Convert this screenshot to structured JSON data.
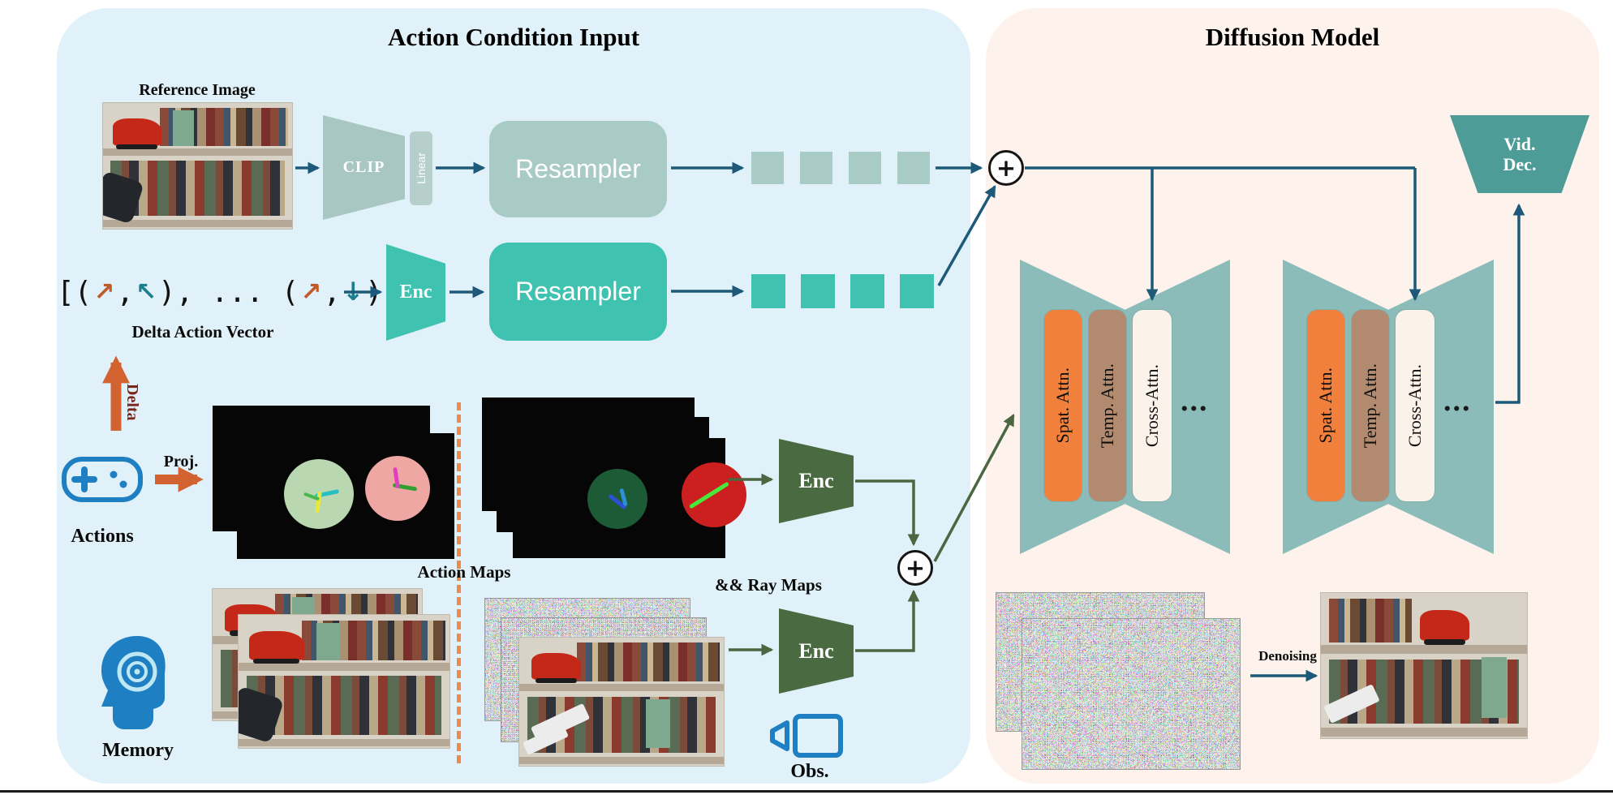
{
  "panels": {
    "left": {
      "title": "Action Condition Input"
    },
    "right": {
      "title": "Diffusion Model"
    }
  },
  "blocks": {
    "clip": "CLIP",
    "linear": "Linear",
    "resampler": "Resampler",
    "enc": "Enc",
    "vid_dec_line1": "Vid.",
    "vid_dec_line2": "Dec."
  },
  "labels": {
    "reference_image": "Reference Image",
    "delta_action_vector": "Delta Action Vector",
    "delta": "Delta",
    "proj": "Proj.",
    "actions": "Actions",
    "action_maps": "Action Maps",
    "ray_maps": "&& Ray Maps",
    "memory": "Memory",
    "obs": "Obs.",
    "denoising": "Denoising",
    "plus": "+",
    "ellipsis": "..."
  },
  "delta_vector": {
    "open": "[(",
    "comma1": ",",
    "mid": "), ... (",
    "comma2": ",",
    "close": ")]",
    "arrow1": "↗",
    "arrow2": "↖",
    "arrow3": "↗",
    "arrow4": "↓"
  },
  "attention": {
    "spat": "Spat. Attn.",
    "temp": "Temp. Attn.",
    "cross": "Cross-Attn."
  },
  "colors": {
    "panel_left_bg": "#e0f1f9",
    "panel_right_bg": "#fdf3ec",
    "teal": "#3fc3b0",
    "gray_teal": "#a9cbc5",
    "unet_teal": "#8cbcb9",
    "dark_green_enc": "#4a6b42",
    "orange_arrow": "#d2622f",
    "blue_arrow": "#1d5a7a",
    "spat_attn": "#f0803c",
    "temp_attn": "#b18a70",
    "cross_attn": "#fbf3ea",
    "vid_dec": "#4e9c98",
    "icon_blue": "#1e7fc2"
  }
}
